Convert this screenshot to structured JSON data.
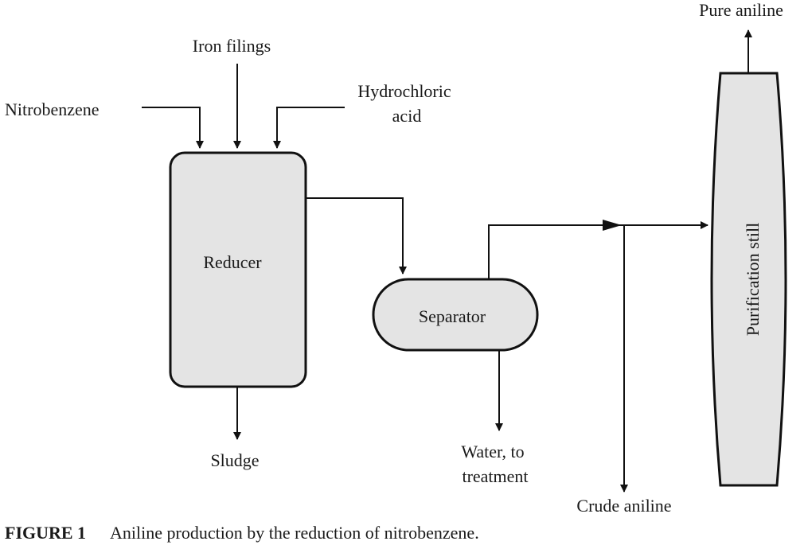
{
  "figure": {
    "caption_label": "FIGURE 1",
    "caption_text": "Aniline production by the reduction of nitrobenzene."
  },
  "units": {
    "reducer": "Reducer",
    "separator": "Separator",
    "still": "Purification still"
  },
  "streams": {
    "nitrobenzene": "Nitrobenzene",
    "iron_filings": "Iron filings",
    "hcl_line1": "Hydrochloric",
    "hcl_line2": "acid",
    "sludge": "Sludge",
    "water_line1": "Water, to",
    "water_line2": "treatment",
    "crude_aniline": "Crude aniline",
    "pure_aniline": "Pure aniline"
  }
}
